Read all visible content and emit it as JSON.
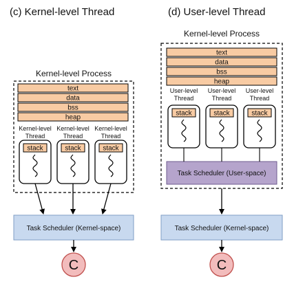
{
  "colors": {
    "segment_fill": "#f8cba3",
    "scheduler_fill": "#c8d9ef",
    "user_scheduler_fill": "#b5a4cc",
    "core_fill": "#f2bcbc",
    "core_stroke": "#c0504d"
  },
  "left": {
    "title": "(c) Kernel-level Thread",
    "process_label": "Kernel-level Process",
    "segments": [
      "text",
      "data",
      "bss",
      "heap"
    ],
    "threads": [
      {
        "line1": "Kernel-level",
        "line2": "Thread",
        "stack": "stack"
      },
      {
        "line1": "Kernel-level",
        "line2": "Thread",
        "stack": "stack"
      },
      {
        "line1": "Kernel-level",
        "line2": "Thread",
        "stack": "stack"
      }
    ],
    "scheduler": "Task Scheduler (Kernel-space)",
    "core": "C"
  },
  "right": {
    "title": "(d) User-level Thread",
    "process_label": "Kernel-level Process",
    "segments": [
      "text",
      "data",
      "bss",
      "heap"
    ],
    "threads": [
      {
        "line1": "User-level",
        "line2": "Thread",
        "stack": "stack"
      },
      {
        "line1": "User-level",
        "line2": "Thread",
        "stack": "stack"
      },
      {
        "line1": "User-level",
        "line2": "Thread",
        "stack": "stack"
      }
    ],
    "user_scheduler": "Task Scheduler (User-space)",
    "scheduler": "Task Scheduler (Kernel-space)",
    "core": "C"
  }
}
